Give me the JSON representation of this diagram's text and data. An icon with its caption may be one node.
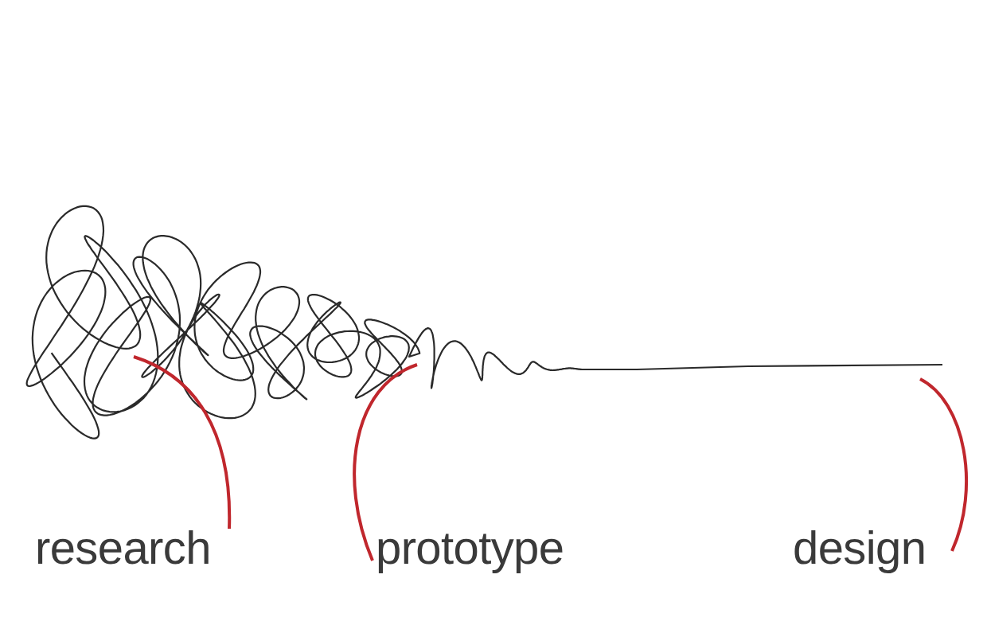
{
  "diagram": {
    "nodes": [
      {
        "text": [
          "research"
        ]
      },
      {
        "text": [
          "prototype"
        ]
      },
      {
        "text": [
          "design"
        ]
      }
    ],
    "edges": [
      {
        "from": 0,
        "to": null,
        "arrow": "none"
      },
      {
        "from": 1,
        "to": null,
        "arrow": "none"
      },
      {
        "from": 2,
        "to": null,
        "arrow": "none"
      }
    ]
  }
}
